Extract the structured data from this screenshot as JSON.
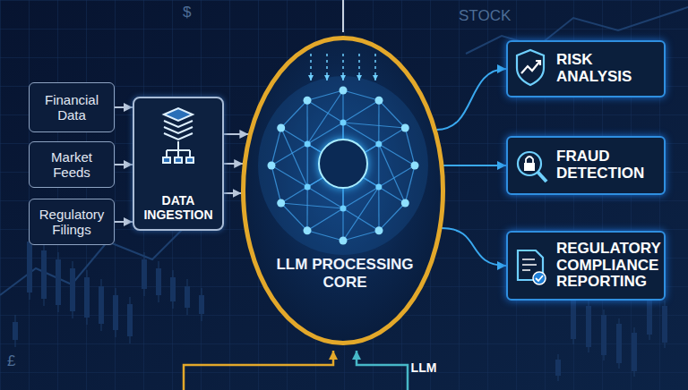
{
  "diagram": {
    "nodes": [
      {
        "text": [
          "Financial Data"
        ]
      },
      {
        "text": [
          "Market Feeds"
        ]
      },
      {
        "text": [
          "Regulatory Filings"
        ]
      },
      {
        "text": [
          "DATA INGESTION"
        ]
      },
      {
        "text": [
          "LLM PROCESSING CORE"
        ]
      },
      {
        "text": [
          "LLM"
        ],
        "in": 4
      },
      {
        "text": [
          "RISK ANALYSIS"
        ]
      },
      {
        "text": [
          "FRAUD DETECTION"
        ]
      },
      {
        "text": [
          "REGULATORY COMPLIANCE REPORTING"
        ]
      }
    ],
    "edges": [
      {
        "from": 0,
        "to": 3,
        "arrow": "to"
      },
      {
        "from": 1,
        "to": 3,
        "arrow": "to"
      },
      {
        "from": 2,
        "to": 3,
        "arrow": "to"
      },
      {
        "from": 3,
        "to": 4,
        "arrow": "to"
      },
      {
        "from": 4,
        "to": 6,
        "arrow": "to"
      },
      {
        "from": 4,
        "to": 7,
        "arrow": "to"
      },
      {
        "from": 4,
        "to": 8,
        "arrow": "to"
      }
    ],
    "labels": [
      "$",
      "STOCK",
      "£"
    ]
  }
}
